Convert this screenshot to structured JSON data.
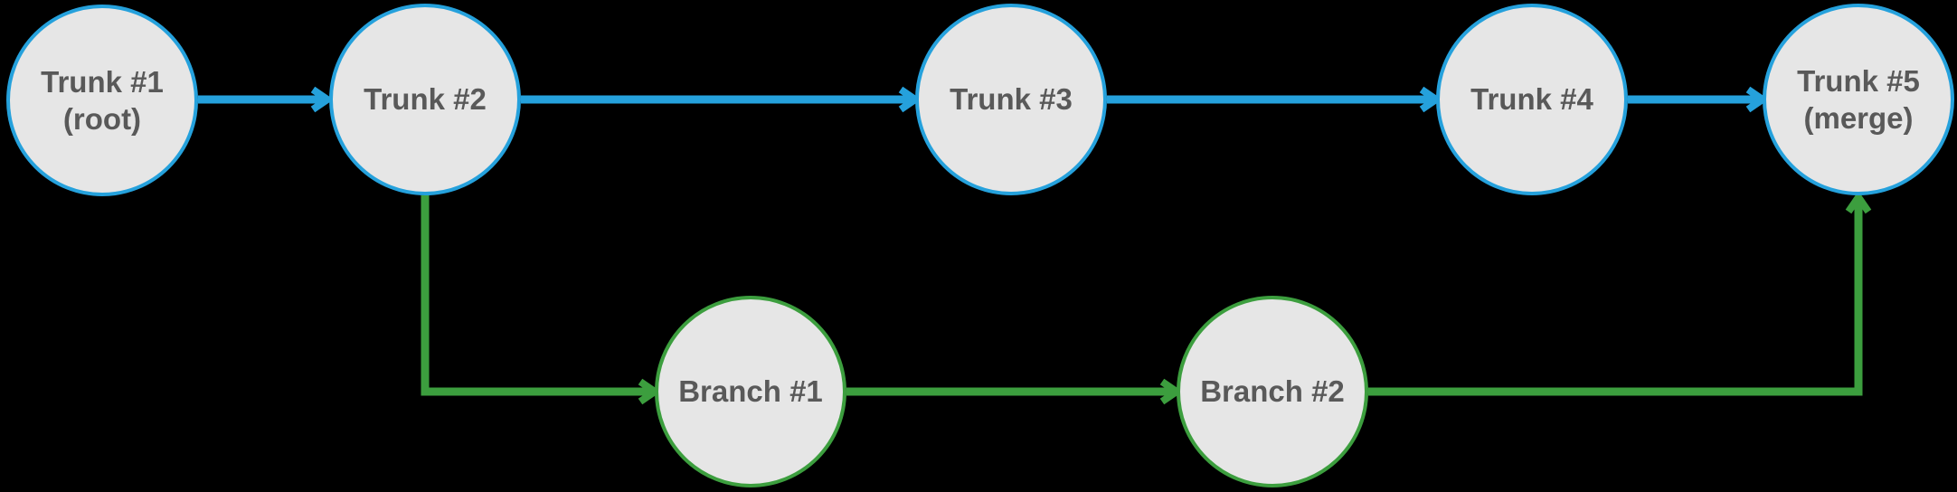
{
  "diagram": {
    "nodes": [
      {
        "id": "trunk-1",
        "line1": "Trunk #1",
        "line2": "(root)",
        "type": "trunk"
      },
      {
        "id": "trunk-2",
        "line1": "Trunk #2",
        "line2": "",
        "type": "trunk"
      },
      {
        "id": "trunk-3",
        "line1": "Trunk #3",
        "line2": "",
        "type": "trunk"
      },
      {
        "id": "trunk-4",
        "line1": "Trunk #4",
        "line2": "",
        "type": "trunk"
      },
      {
        "id": "trunk-5",
        "line1": "Trunk #5",
        "line2": "(merge)",
        "type": "trunk"
      },
      {
        "id": "branch-1",
        "line1": "Branch #1",
        "line2": "",
        "type": "branch"
      },
      {
        "id": "branch-2",
        "line1": "Branch #2",
        "line2": "",
        "type": "branch"
      }
    ],
    "edges": [
      {
        "from": "trunk-1",
        "to": "trunk-2",
        "type": "trunk"
      },
      {
        "from": "trunk-2",
        "to": "trunk-3",
        "type": "trunk"
      },
      {
        "from": "trunk-3",
        "to": "trunk-4",
        "type": "trunk"
      },
      {
        "from": "trunk-4",
        "to": "trunk-5",
        "type": "trunk"
      },
      {
        "from": "trunk-2",
        "to": "branch-1",
        "type": "branch"
      },
      {
        "from": "branch-1",
        "to": "branch-2",
        "type": "branch"
      },
      {
        "from": "branch-2",
        "to": "trunk-5",
        "type": "branch"
      }
    ],
    "colors": {
      "trunk": "#25a1dc",
      "branch": "#3c9e3e",
      "node_fill": "#e6e6e6",
      "label": "#595959",
      "background": "#000000"
    }
  }
}
